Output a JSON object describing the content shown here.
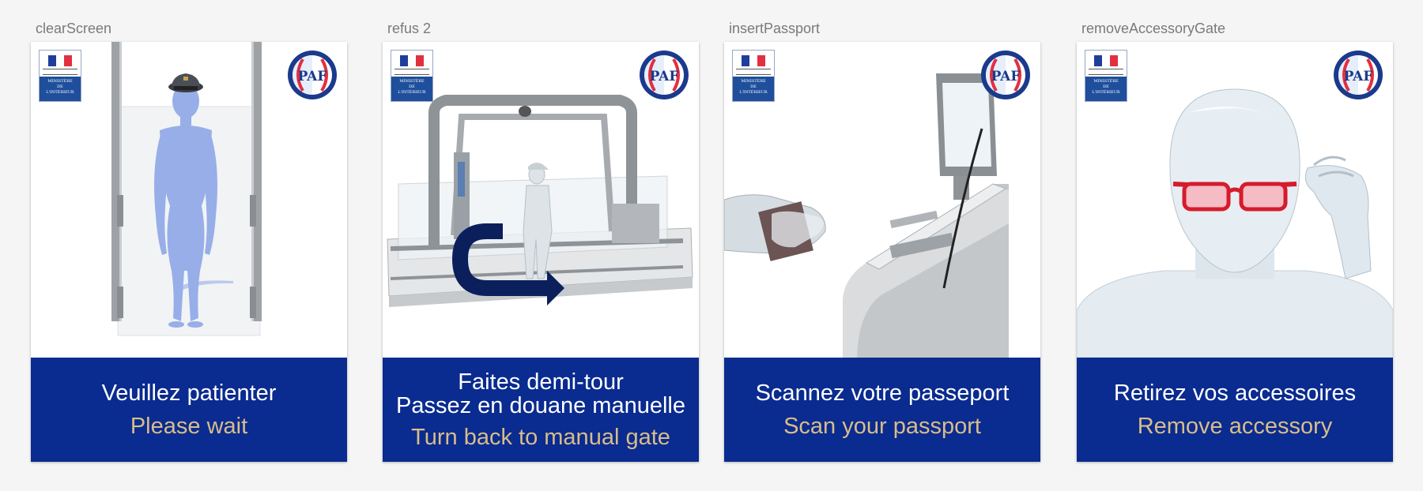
{
  "canvas": {
    "background": "#f5f5f5"
  },
  "colors": {
    "banner": "#0a2b8f",
    "french_text": "#ffffff",
    "english_text": "#d8bd8a"
  },
  "logos": {
    "left": {
      "icon": "marianne-ministere-logo",
      "text_lines": [
        "MINISTÈRE",
        "DE",
        "L'INTÉRIEUR"
      ]
    },
    "right": {
      "icon": "paf-police-aux-frontieres-badge",
      "letters": [
        "P",
        "A",
        "F"
      ]
    }
  },
  "artboards": [
    {
      "label": "clearScreen",
      "illustration": "officer-figure-between-gate-posts",
      "message_fr": [
        "Veuillez patienter"
      ],
      "message_en": "Please wait"
    },
    {
      "label": "refus 2",
      "illustration": "gate-with-u-turn-arrow",
      "message_fr": [
        "Faites demi-tour",
        "Passez en douane manuelle"
      ],
      "message_en": "Turn back to manual gate"
    },
    {
      "label": "insertPassport",
      "illustration": "hand-scanning-passport-on-kiosk",
      "message_fr": [
        "Scannez votre passeport"
      ],
      "message_en": "Scan your passport"
    },
    {
      "label": "removeAccessoryGate",
      "illustration": "head-removing-red-glasses",
      "message_fr": [
        "Retirez vos accessoires"
      ],
      "message_en": "Remove accessory"
    }
  ]
}
